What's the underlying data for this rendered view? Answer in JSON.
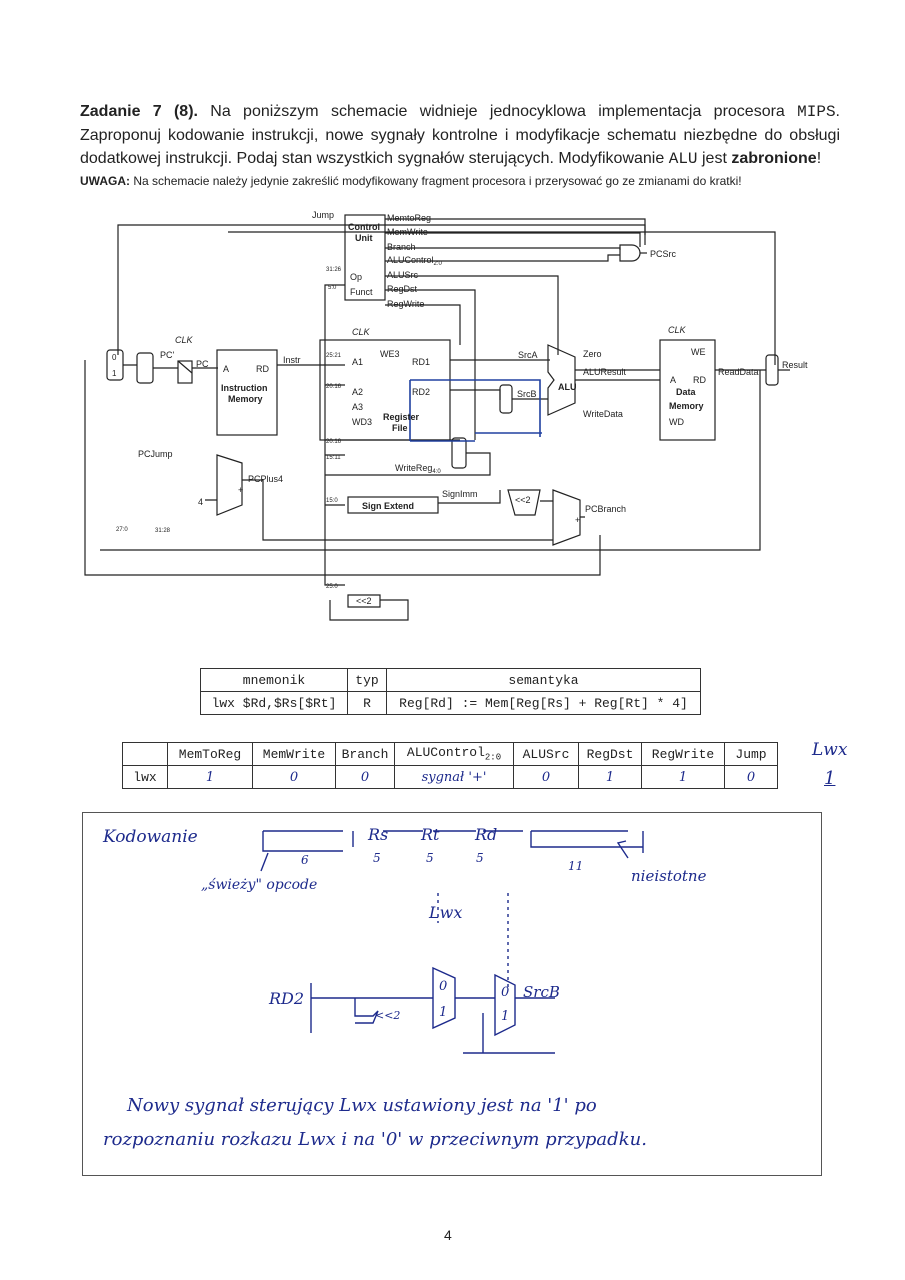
{
  "task": {
    "heading": "Zadanie 7 (8).",
    "text_1": "Na poniższym schemacie widnieje jednocyklowa implementacja procesora",
    "mips": "MIPS",
    "text_2": ". Zaproponuj kodowanie instrukcji, nowe sygnały kontrolne i modyfikacje schematu niezbędne do obsługi dodatkowej instrukcji. Podaj stan wszystkich sygnałów sterujących. Modyfikowanie",
    "alu": "ALU",
    "text_3": "jest",
    "forbidden": "zabronione",
    "text_4": "!"
  },
  "note": {
    "label": "UWAGA:",
    "text": "Na schemacie należy jedynie zakreślić modyfikowany fragment procesora i przerysować go ze zmianami do kratki!"
  },
  "diagram": {
    "labels": {
      "jump": "Jump",
      "control1": "Control",
      "control2": "Unit",
      "memtoreg": "MemtoReg",
      "memwrite": "MemWrite",
      "branch": "Branch",
      "alucontrol": "ALUControl",
      "alucontrol_sub": "2:0",
      "alusrc": "ALUSrc",
      "regdst": "RegDst",
      "regwrite": "RegWrite",
      "op": "Op",
      "funct": "Funct",
      "b3126": "31:26",
      "b50": "5:0",
      "pcsrc": "PCSrc",
      "clk1": "CLK",
      "clk2": "CLK",
      "clk3": "CLK",
      "pc_prime": "PC'",
      "pc": "PC",
      "a": "A",
      "rd": "RD",
      "instr": "Instr",
      "im1": "Instruction",
      "im2": "Memory",
      "b2521": "25:21",
      "b2016": "20:16",
      "b2016b": "20:16",
      "b1511": "15:11",
      "b150": "15:0",
      "b250": "25:0",
      "a1": "A1",
      "a2": "A2",
      "a3": "A3",
      "wd3": "WD3",
      "we3": "WE3",
      "rd1": "RD1",
      "rd2": "RD2",
      "reg1": "Register",
      "reg2": "File",
      "srca": "SrcA",
      "srcb": "SrcB",
      "zero": "Zero",
      "aluresult": "ALUResult",
      "alu": "ALU",
      "writedata": "WriteData",
      "we": "WE",
      "a_dm": "A",
      "rd_dm": "RD",
      "dm1": "Data",
      "dm2": "Memory",
      "wd": "WD",
      "readdata": "ReadData",
      "result": "Result",
      "writereg": "WriteReg",
      "writereg_sub": "4:0",
      "signimm": "SignImm",
      "signext": "Sign Extend",
      "shl1": "<<2",
      "shl2": "<<2",
      "pcbranch": "PCBranch",
      "pcplus4": "PCPlus4",
      "pcjump": "PCJump",
      "four": "4",
      "b270": "27:0",
      "b3128": "31:28",
      "plus1": "+",
      "plus2": "+",
      "m0": "0",
      "m1": "1"
    }
  },
  "table1": {
    "headers": [
      "mnemonik",
      "typ",
      "semantyka"
    ],
    "row": [
      "lwx $Rd,$Rs[$Rt]",
      "R",
      "Reg[Rd] := Mem[Reg[Rs] + Reg[Rt] * 4]"
    ]
  },
  "table2": {
    "headers": [
      "MemToReg",
      "MemWrite",
      "Branch",
      "ALUControl",
      "ALUSrc",
      "RegDst",
      "RegWrite",
      "Jump"
    ],
    "alucontrol_sub": "2:0",
    "row_label": "lwx",
    "values": [
      "1",
      "0",
      "0",
      "sygnał '+'",
      "0",
      "1",
      "1",
      "0"
    ],
    "extra_header": "Lwx",
    "extra_value": "1"
  },
  "answer": {
    "kodowanie": "Kodowanie",
    "f_rs": "Rs",
    "f_rt": "Rt",
    "f_rd": "Rd",
    "w6": "6",
    "w5a": "5",
    "w5b": "5",
    "w5c": "5",
    "w11": "11",
    "nieistotne": "nieistotne",
    "opcode": "„świeży\" opcode",
    "lwx": "Lwx",
    "rd2": "RD2",
    "shift": "<<2",
    "mux0": "0",
    "mux1": "1",
    "mux0b": "0",
    "mux1b": "1",
    "srcb": "SrcB",
    "line1": "Nowy sygnał sterujący Lwx ustawiony jest na '1' po",
    "line2": "rozpoznaniu rozkazu Lwx i na '0' w przeciwnym przypadku."
  },
  "page_number": "4"
}
